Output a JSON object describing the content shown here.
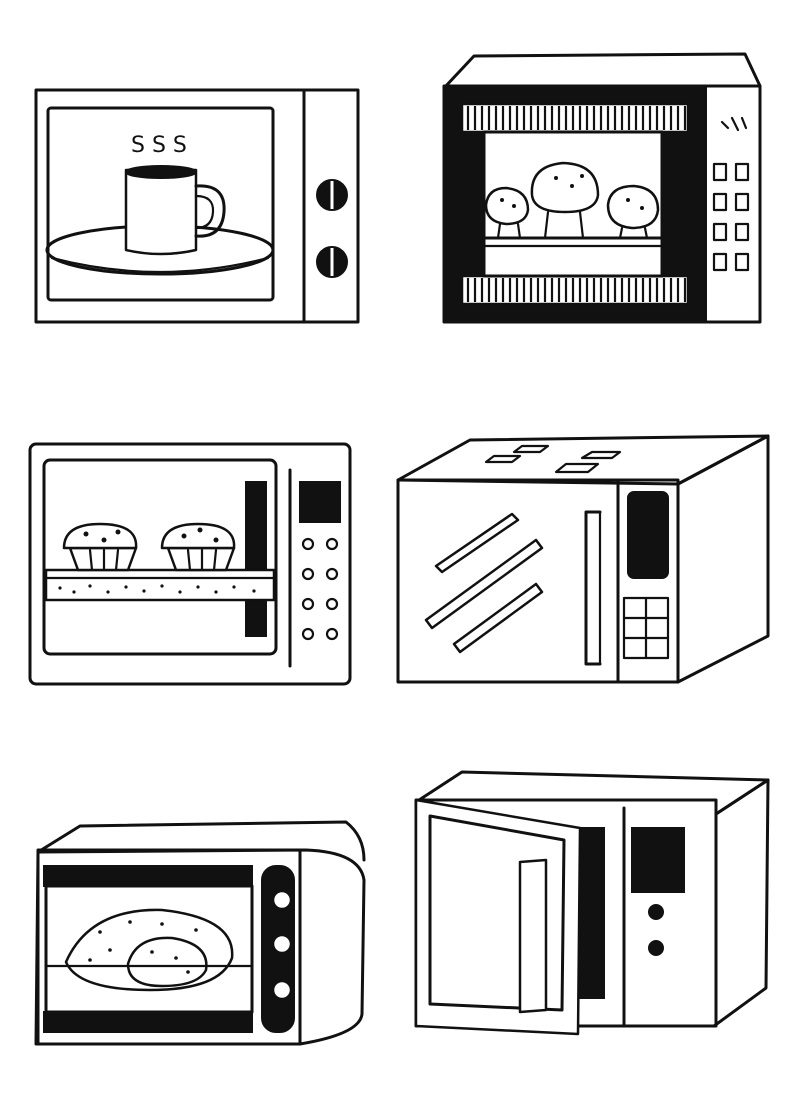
{
  "page": {
    "background": "#ffffff",
    "ink": "#111111"
  },
  "illustrations": [
    {
      "id": "microwave-coffee",
      "icon": "microwave-with-steaming-mug"
    },
    {
      "id": "oven-buns",
      "icon": "toaster-oven-with-buns"
    },
    {
      "id": "microwave-muffins",
      "icon": "microwave-with-muffins"
    },
    {
      "id": "microwave-3d-closed",
      "icon": "microwave-closed-perspective"
    },
    {
      "id": "oven-chicken",
      "icon": "toaster-oven-with-roast"
    },
    {
      "id": "microwave-open-door",
      "icon": "microwave-open-door"
    }
  ],
  "steam_glyphs": "S S S"
}
